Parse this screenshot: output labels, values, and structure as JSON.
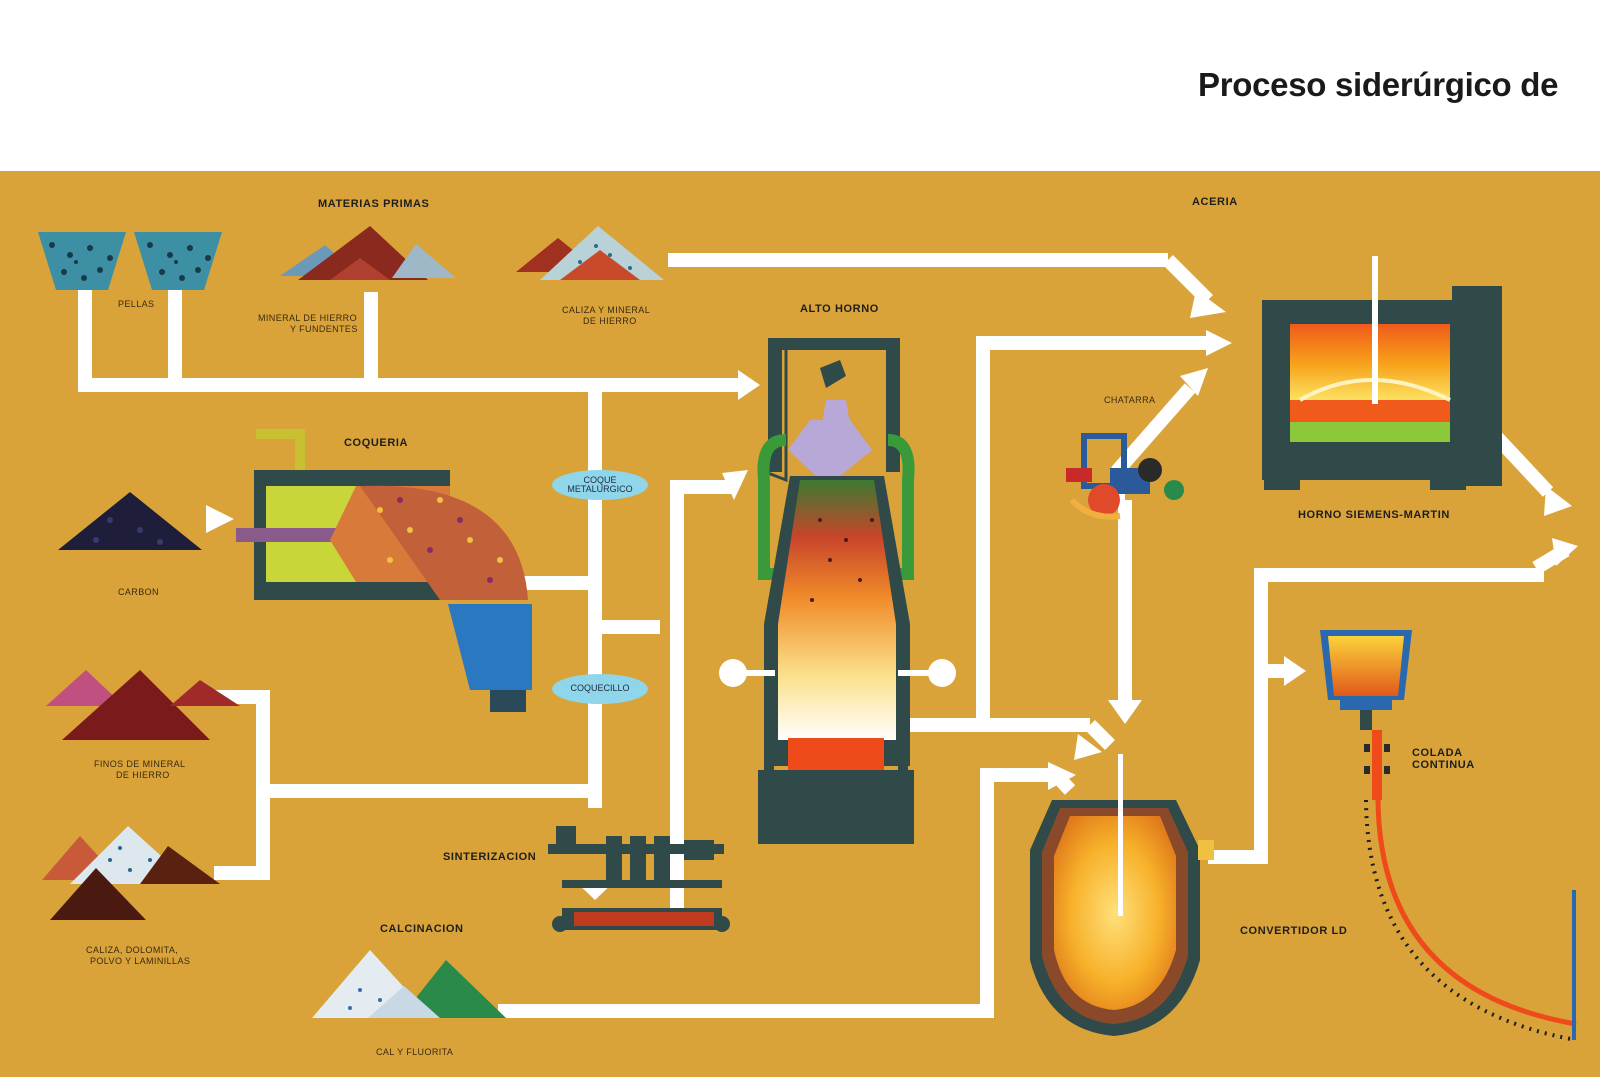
{
  "title": "Proceso siderúrgico de",
  "sections": {
    "materias_primas": "MATERIAS PRIMAS",
    "aceria": "ACERIA",
    "alto_horno": "ALTO HORNO",
    "coqueria": "COQUERIA",
    "sinterizacion": "SINTERIZACION",
    "calcinacion": "CALCINACION",
    "horno_siemens": "HORNO SIEMENS-MARTIN",
    "convertidor": "CONVERTIDOR LD",
    "colada_1": "COLADA",
    "colada_2": "CONTINUA"
  },
  "materials": {
    "pellas": "PELLAS",
    "mineral_1": "MINERAL DE HIERRO",
    "mineral_2": "Y FUNDENTES",
    "caliza_1": "CALIZA Y MINERAL",
    "caliza_2": "DE HIERRO",
    "carbon": "CARBON",
    "finos_1": "FINOS DE MINERAL",
    "finos_2": "DE HIERRO",
    "dolomita_1": "CALIZA, DOLOMITA,",
    "dolomita_2": "POLVO Y LAMINILLAS",
    "cal": "CAL Y FLUORITA",
    "chatarra": "CHATARRA"
  },
  "pills": {
    "coque_1": "COQUE",
    "coque_2": "METALURGICO",
    "coquecillo": "COQUECILLO"
  },
  "colors": {
    "background": "#d9a33a",
    "flow": "#ffffff",
    "furnace_dark": "#2f4a48",
    "pill": "#8fd6ea"
  }
}
